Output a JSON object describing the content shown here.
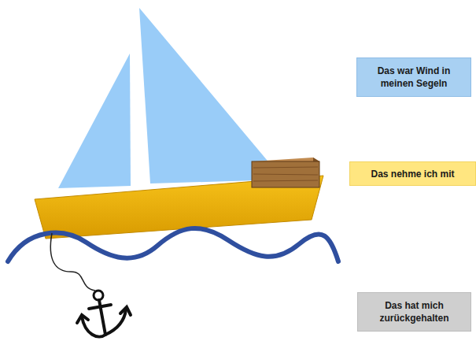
{
  "diagram": {
    "nodes": [
      {
        "text": [
          "Das war Wind in meinen Segeln"
        ]
      },
      {
        "text": [
          "Das nehme ich mit"
        ]
      },
      {
        "text": [
          "Das hat mich zurückgehalten"
        ]
      }
    ]
  }
}
